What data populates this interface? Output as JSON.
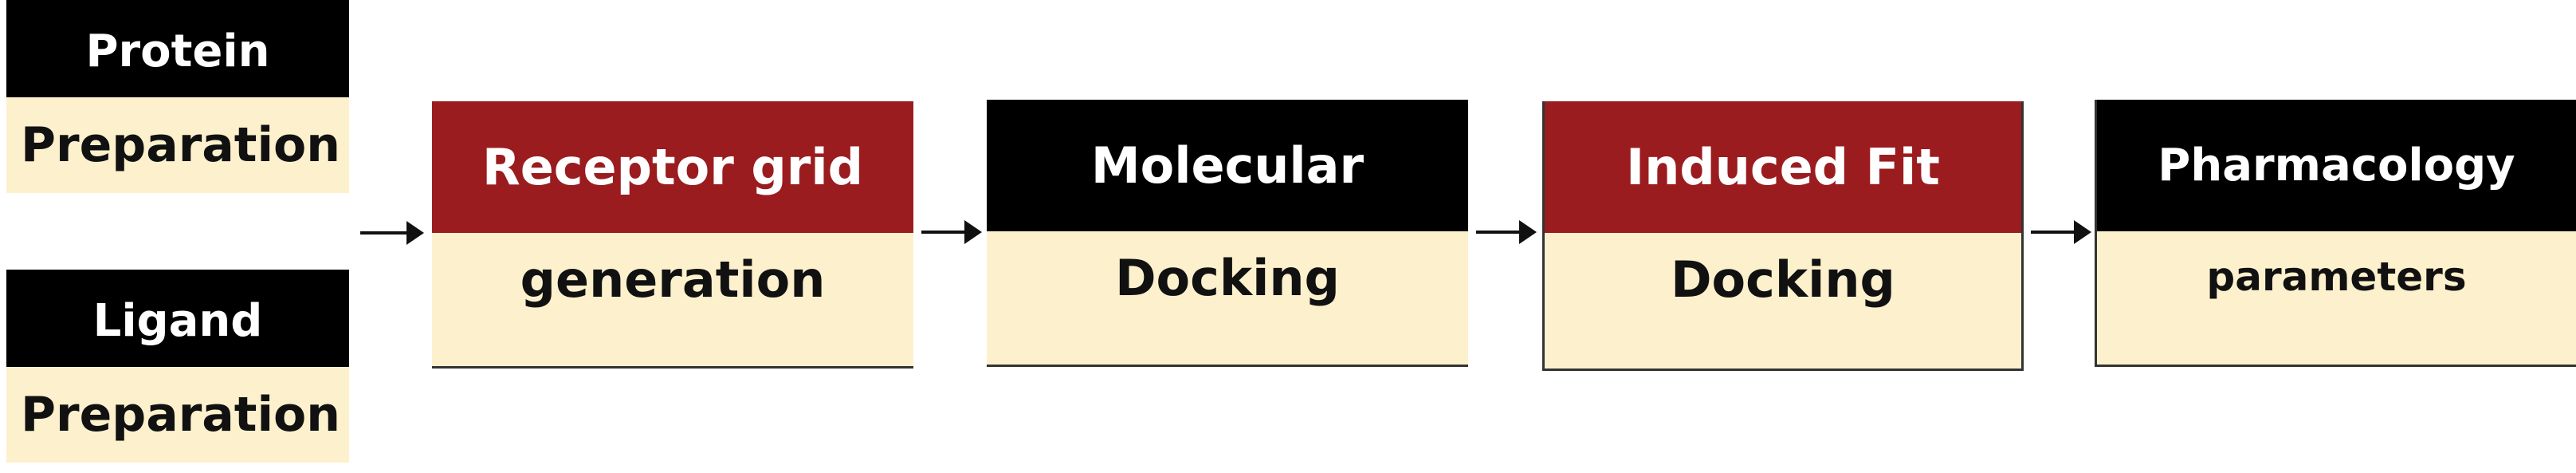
{
  "inputs": [
    {
      "title": "Protein",
      "subtitle": "Preparation"
    },
    {
      "title": "Ligand",
      "subtitle": "Preparation"
    }
  ],
  "steps": [
    {
      "title": "Receptor grid",
      "subtitle": "generation",
      "header_color": "#9b1c1f"
    },
    {
      "title": "Molecular",
      "subtitle": "Docking",
      "header_color": "#000000"
    },
    {
      "title": "Induced Fit",
      "subtitle": "Docking",
      "header_color": "#9b1c1f"
    },
    {
      "title": "Pharmacology",
      "subtitle": "parameters",
      "header_color": "#000000"
    }
  ],
  "colors": {
    "dark_header": "#000000",
    "red_header": "#9b1c1f",
    "body_fill": "#fdf1cd",
    "header_text": "#ffffff",
    "body_text": "#111111"
  }
}
